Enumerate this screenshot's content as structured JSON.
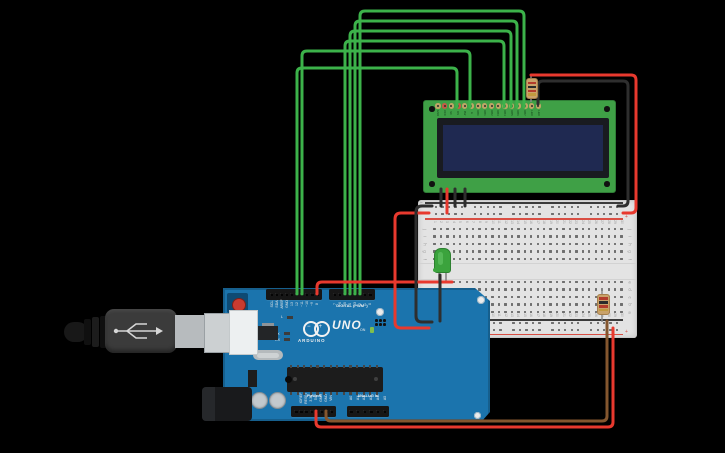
{
  "scene": {
    "background": "#000000",
    "editor": "circuit-design-canvas"
  },
  "arduino": {
    "title": "ARDUINO",
    "model": "UNO",
    "digital_label": "DIGITAL (PWM~)",
    "power_label": "POWER",
    "analog_label": "ANALOG IN",
    "led_labels": {
      "l": "L",
      "tx": "TX",
      "rx": "RX",
      "on": "ON"
    },
    "logo_minus": "−",
    "logo_plus": "+",
    "pins_top_left": [
      "SCL",
      "SDA",
      "AREF",
      "GND",
      "13",
      "12",
      "~11",
      "~10",
      "~9",
      "8"
    ],
    "pins_top_right": [
      "7",
      "~6",
      "~5",
      "4",
      "~3",
      "2",
      "1",
      "0"
    ],
    "pins_power": [
      "",
      "IOREF",
      "RESET",
      "3.3V",
      "5V",
      "GND",
      "GND",
      "VIN"
    ],
    "pins_analog": [
      "A0",
      "A1",
      "A2",
      "A3",
      "A4",
      "A5"
    ],
    "colors": {
      "board": "#1b74ad",
      "reset_button": "#c93b30",
      "on_led": "#7fbf4e"
    }
  },
  "lcd": {
    "name": "LCD 16x2",
    "pins": [
      "GND",
      "VCC",
      "V0",
      "RS",
      "RW",
      "E",
      "DB0",
      "DB1",
      "DB2",
      "DB3",
      "DB4",
      "DB5",
      "DB6",
      "DB7",
      "LED",
      "LED"
    ],
    "colors": {
      "pcb": "#3fa046",
      "bezel": "#191b20",
      "screen": "#1f2951"
    }
  },
  "breadboard": {
    "columns": 30,
    "rail_groups": 5,
    "rail_holes_per_group": 5,
    "rows_top": [
      "j",
      "i",
      "h",
      "g",
      "f"
    ],
    "rows_bottom": [
      "e",
      "d",
      "c",
      "b",
      "a"
    ],
    "rail_minus": "−",
    "rail_plus": "+",
    "colors": {
      "body": "#e3e3e3",
      "hole": "#6f6f6f",
      "line_red": "#d94f44",
      "line_black": "#3b3b3b"
    }
  },
  "wires": {
    "green": "#3cb24a",
    "red": "#e8392e",
    "black": "#2e2e2e",
    "brown": "#84562e",
    "connections": [
      {
        "name": "wire-lcd-rs",
        "color": "green",
        "from": "Arduino 12",
        "to": "LCD RS"
      },
      {
        "name": "wire-lcd-e",
        "color": "green",
        "from": "Arduino 11",
        "to": "LCD E"
      },
      {
        "name": "wire-lcd-db4",
        "color": "green",
        "from": "Arduino 5",
        "to": "LCD DB4"
      },
      {
        "name": "wire-lcd-db5",
        "color": "green",
        "from": "Arduino 4",
        "to": "LCD DB5"
      },
      {
        "name": "wire-lcd-db6",
        "color": "green",
        "from": "Arduino 3",
        "to": "LCD DB6"
      },
      {
        "name": "wire-lcd-db7",
        "color": "green",
        "from": "Arduino 2",
        "to": "LCD DB7"
      },
      {
        "name": "wire-led-signal",
        "color": "red",
        "from": "Arduino 8",
        "to": "breadboard LED row"
      },
      {
        "name": "wire-5v",
        "color": "red",
        "from": "Arduino 5V",
        "to": "breadboard bottom + rail"
      },
      {
        "name": "wire-gnd",
        "color": "brown",
        "from": "Arduino GND",
        "to": "breadboard bottom − rail"
      },
      {
        "name": "wire-backlight-power",
        "color": "red",
        "from": "LCD LED resistor",
        "to": "breadboard top + rail"
      },
      {
        "name": "wire-backlight-gnd",
        "color": "black",
        "from": "LCD LED",
        "to": "breadboard top − rail"
      },
      {
        "name": "wire-lcd-gnd",
        "color": "black",
        "from": "LCD",
        "to": "top − rail"
      },
      {
        "name": "wire-lcd-vcc",
        "color": "red",
        "from": "LCD",
        "to": "top + rail"
      },
      {
        "name": "wire-lcd-v0",
        "color": "black",
        "from": "LCD",
        "to": "top − rail"
      },
      {
        "name": "wire-lcd-rw",
        "color": "black",
        "from": "LCD",
        "to": "top − rail"
      },
      {
        "name": "wire-rail-jumper-plus",
        "color": "red",
        "from": "top + rail",
        "to": "bottom + rail"
      },
      {
        "name": "wire-rail-jumper-minus",
        "color": "black",
        "from": "top − rail",
        "to": "bottom − rail"
      },
      {
        "name": "wire-led-cathode",
        "color": "black",
        "from": "LED column",
        "to": "bottom − rail"
      }
    ]
  },
  "components": {
    "led": {
      "name": "LED",
      "color": "#3ba33d"
    },
    "resistor_lcd": {
      "name": "Resistor",
      "body": "#c9a26a",
      "bands": [
        "#b23c2c",
        "#2b2b2b",
        "#b23c2c",
        "#c19a3f"
      ]
    },
    "resistor_breadboard": {
      "name": "Resistor",
      "body": "#c9a26a",
      "bands": [
        "#b23c2c",
        "#2b2b2b",
        "#b23c2c",
        "#c19a3f"
      ]
    },
    "usb_cable": {
      "name": "USB Cable"
    }
  }
}
